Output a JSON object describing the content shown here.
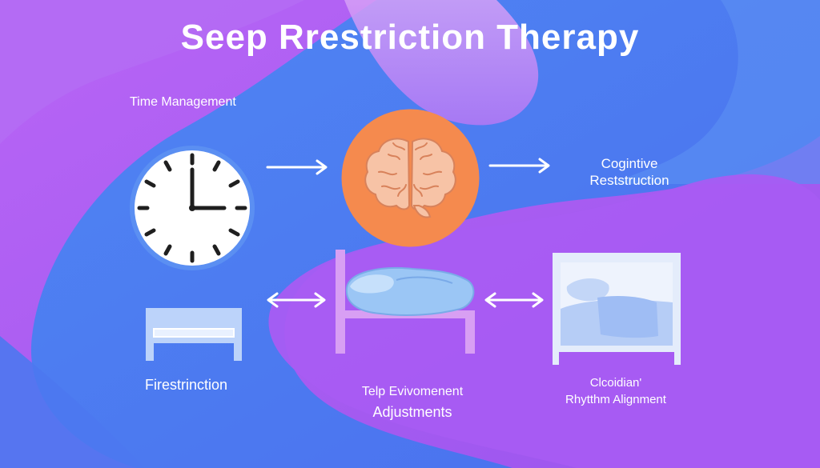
{
  "title": "Seep Rrestriction Therapy",
  "labels": {
    "time_management": "Time Management",
    "cognitive_line1": "Cogintive",
    "cognitive_line2": "Reststruction",
    "firestrinction": "Firestrinction",
    "telp_line1": "Telp Evivomenent",
    "telp_line2": "Adjustments",
    "circadian_line1": "Clcoidian'",
    "circadian_line2": "Rhytthm Alignment"
  },
  "icons": {
    "clock": "clock-icon",
    "brain": "brain-icon",
    "bench": "bench-icon",
    "bed": "bed-icon",
    "bedroom": "bedroom-icon"
  },
  "colors": {
    "background_violet": "#a95cf2",
    "background_blue": "#4a7cf0",
    "brain_circle": "#f58a4e",
    "text": "#ffffff"
  }
}
